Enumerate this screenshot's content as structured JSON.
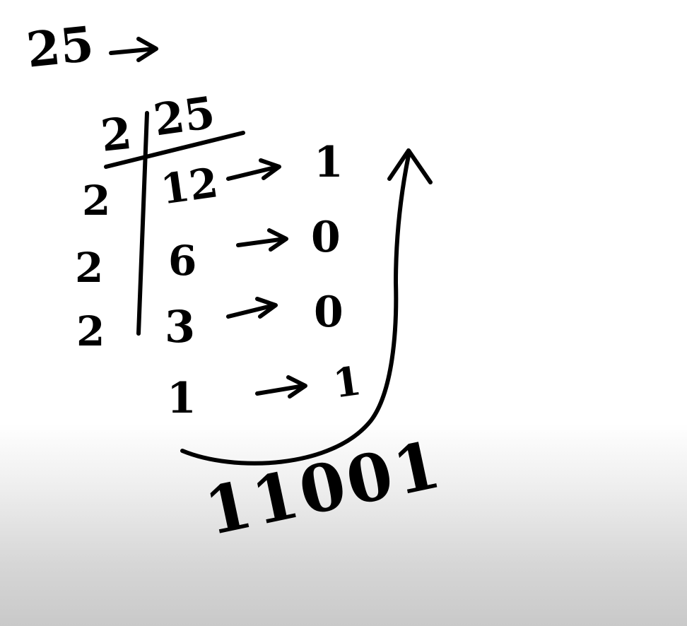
{
  "heading": {
    "number": "25",
    "arrow": "→"
  },
  "division": {
    "divisor": "2",
    "dividend": "25",
    "rows": [
      {
        "divisor": "2",
        "quotient": "12",
        "remainder": "1"
      },
      {
        "divisor": "2",
        "quotient": "6",
        "remainder": "0"
      },
      {
        "divisor": "2",
        "quotient": "3",
        "remainder": "0"
      },
      {
        "divisor": "",
        "quotient": "1",
        "remainder": "1"
      }
    ]
  },
  "result": "11001"
}
